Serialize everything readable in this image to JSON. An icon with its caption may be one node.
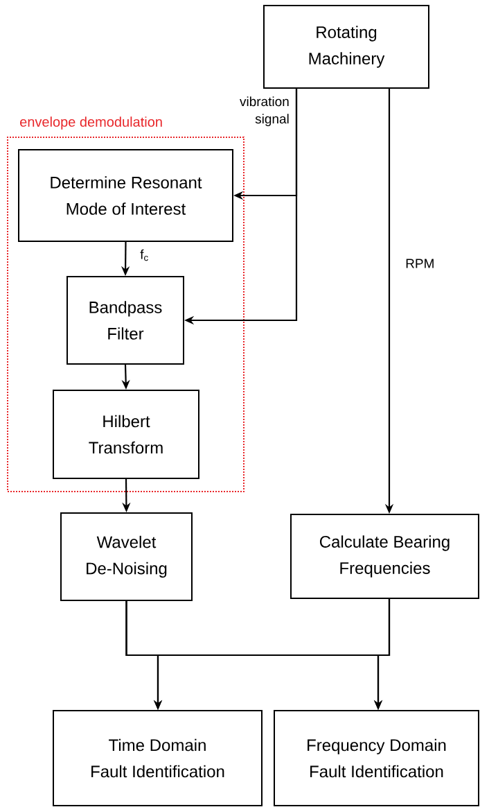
{
  "diagram": {
    "nodes": [
      {
        "text": [
          "Rotating Machinery"
        ]
      },
      {
        "text": [
          "envelope demodulation"
        ]
      },
      {
        "text": [
          "Determine Resonant Mode of Interest"
        ],
        "in": 1
      },
      {
        "text": [
          "Bandpass Filter"
        ],
        "in": 1
      },
      {
        "text": [
          "Hilbert Transform"
        ],
        "in": 1
      },
      {
        "text": [
          "Wavelet De-Noising"
        ]
      },
      {
        "text": [
          "Calculate Bearing Frequencies"
        ]
      },
      {
        "text": [
          "Time Domain Fault Identification"
        ]
      },
      {
        "text": [
          "Frequency Domain Fault Identification"
        ]
      }
    ],
    "edges": [
      {
        "from": 0,
        "to": 2,
        "arrow": "to",
        "label": "vibration signal"
      },
      {
        "from": 0,
        "to": 3,
        "arrow": "to"
      },
      {
        "from": 2,
        "to": 3,
        "arrow": "to",
        "label": "f$_{c}$"
      },
      {
        "from": 3,
        "to": 4,
        "arrow": "to"
      },
      {
        "from": 4,
        "to": 5,
        "arrow": "to"
      },
      {
        "from": 0,
        "to": 6,
        "arrow": "to",
        "label": "RPM"
      },
      {
        "from": 5,
        "to": 7,
        "arrow": "to"
      },
      {
        "from": 5,
        "to": 8,
        "arrow": "to"
      },
      {
        "from": 6,
        "to": 7,
        "arrow": "to"
      },
      {
        "from": 6,
        "to": 8,
        "arrow": "to"
      }
    ]
  }
}
